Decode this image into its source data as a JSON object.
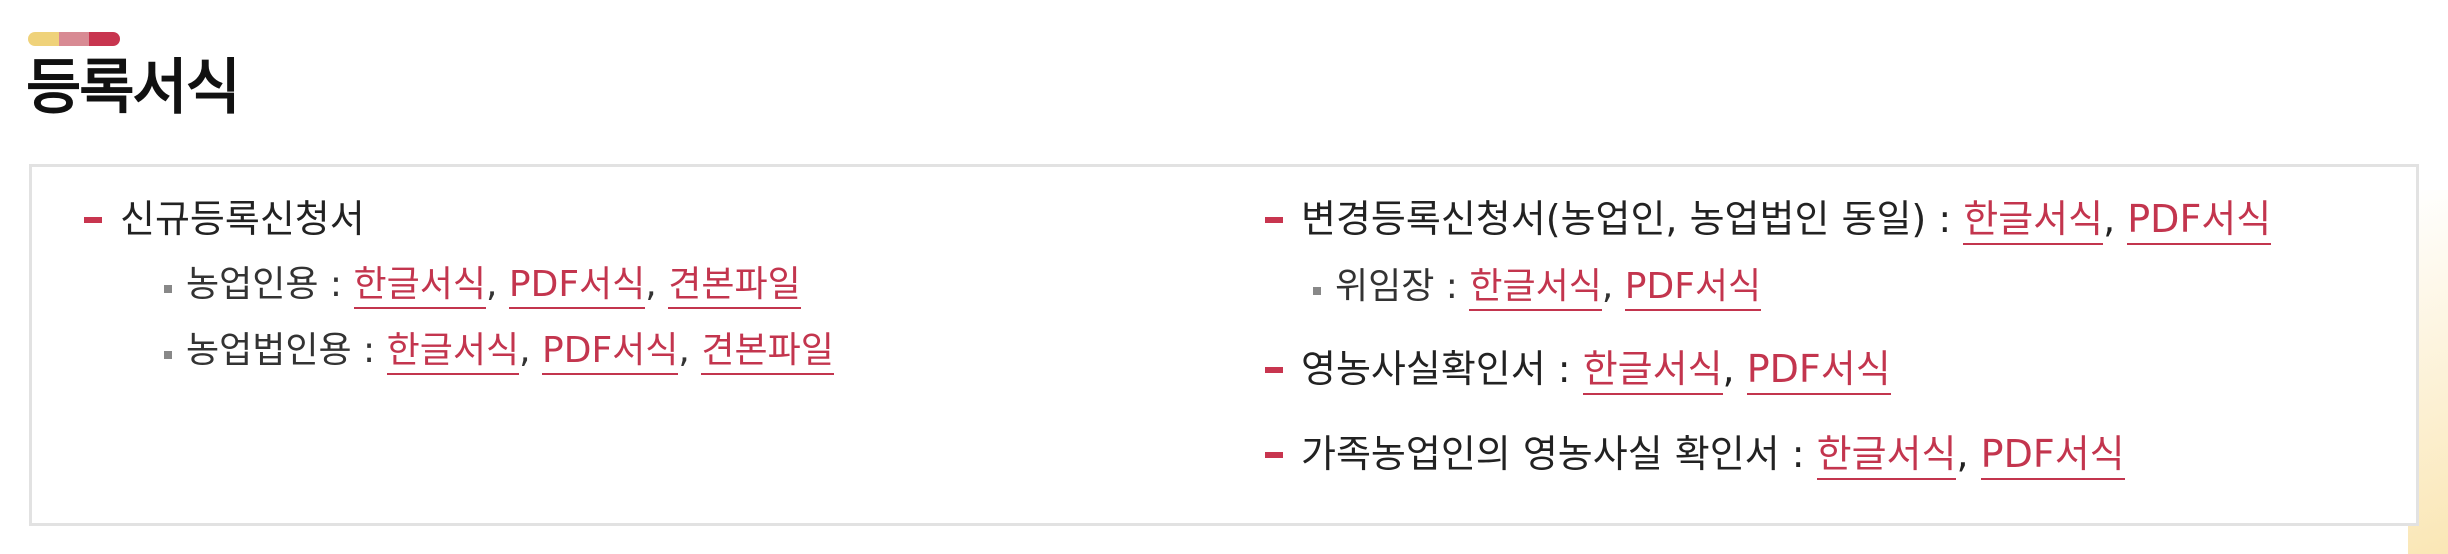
{
  "header": {
    "title": "등록서식",
    "deco_colors": [
      "#efd27a",
      "#d88a93",
      "#c8354f"
    ]
  },
  "link_color": "#c3354e",
  "bullet_color": "#c8354f",
  "left": {
    "main_label": "신규등록신청서",
    "subs": [
      {
        "label": "농업인용 :",
        "links": [
          "한글서식",
          "PDF서식",
          "견본파일"
        ]
      },
      {
        "label": "농업법인용 :",
        "links": [
          "한글서식",
          "PDF서식",
          "견본파일"
        ]
      }
    ]
  },
  "right": {
    "items": [
      {
        "label": "변경등록신청서(농업인, 농업법인 동일) :",
        "links": [
          "한글서식",
          "PDF서식"
        ],
        "subs": [
          {
            "label": "위임장 :",
            "links": [
              "한글서식",
              "PDF서식"
            ]
          }
        ]
      },
      {
        "label": "영농사실확인서 :",
        "links": [
          "한글서식",
          "PDF서식"
        ]
      },
      {
        "label": "가족농업인의 영농사실 확인서 :",
        "links": [
          "한글서식",
          "PDF서식"
        ]
      }
    ]
  },
  "separator": ","
}
